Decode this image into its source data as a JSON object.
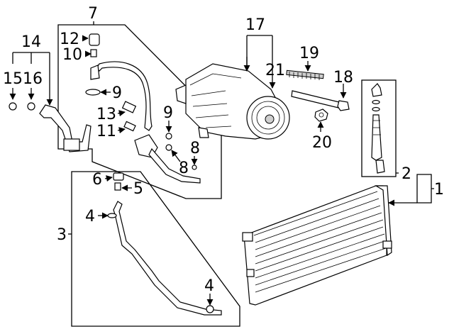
{
  "callouts": [
    {
      "id": "c1",
      "label": "1"
    },
    {
      "id": "c2",
      "label": "2"
    },
    {
      "id": "c3",
      "label": "3"
    },
    {
      "id": "c4a",
      "label": "4"
    },
    {
      "id": "c4b",
      "label": "4"
    },
    {
      "id": "c5",
      "label": "5"
    },
    {
      "id": "c6",
      "label": "6"
    },
    {
      "id": "c7",
      "label": "7"
    },
    {
      "id": "c8a",
      "label": "8"
    },
    {
      "id": "c8b",
      "label": "8"
    },
    {
      "id": "c9a",
      "label": "9"
    },
    {
      "id": "c9b",
      "label": "9"
    },
    {
      "id": "c10",
      "label": "10"
    },
    {
      "id": "c11",
      "label": "11"
    },
    {
      "id": "c12",
      "label": "12"
    },
    {
      "id": "c13",
      "label": "13"
    },
    {
      "id": "c14",
      "label": "14"
    },
    {
      "id": "c15",
      "label": "15"
    },
    {
      "id": "c16",
      "label": "16"
    },
    {
      "id": "c17",
      "label": "17"
    },
    {
      "id": "c18",
      "label": "18"
    },
    {
      "id": "c19",
      "label": "19"
    },
    {
      "id": "c20",
      "label": "20"
    },
    {
      "id": "c21",
      "label": "21"
    }
  ]
}
